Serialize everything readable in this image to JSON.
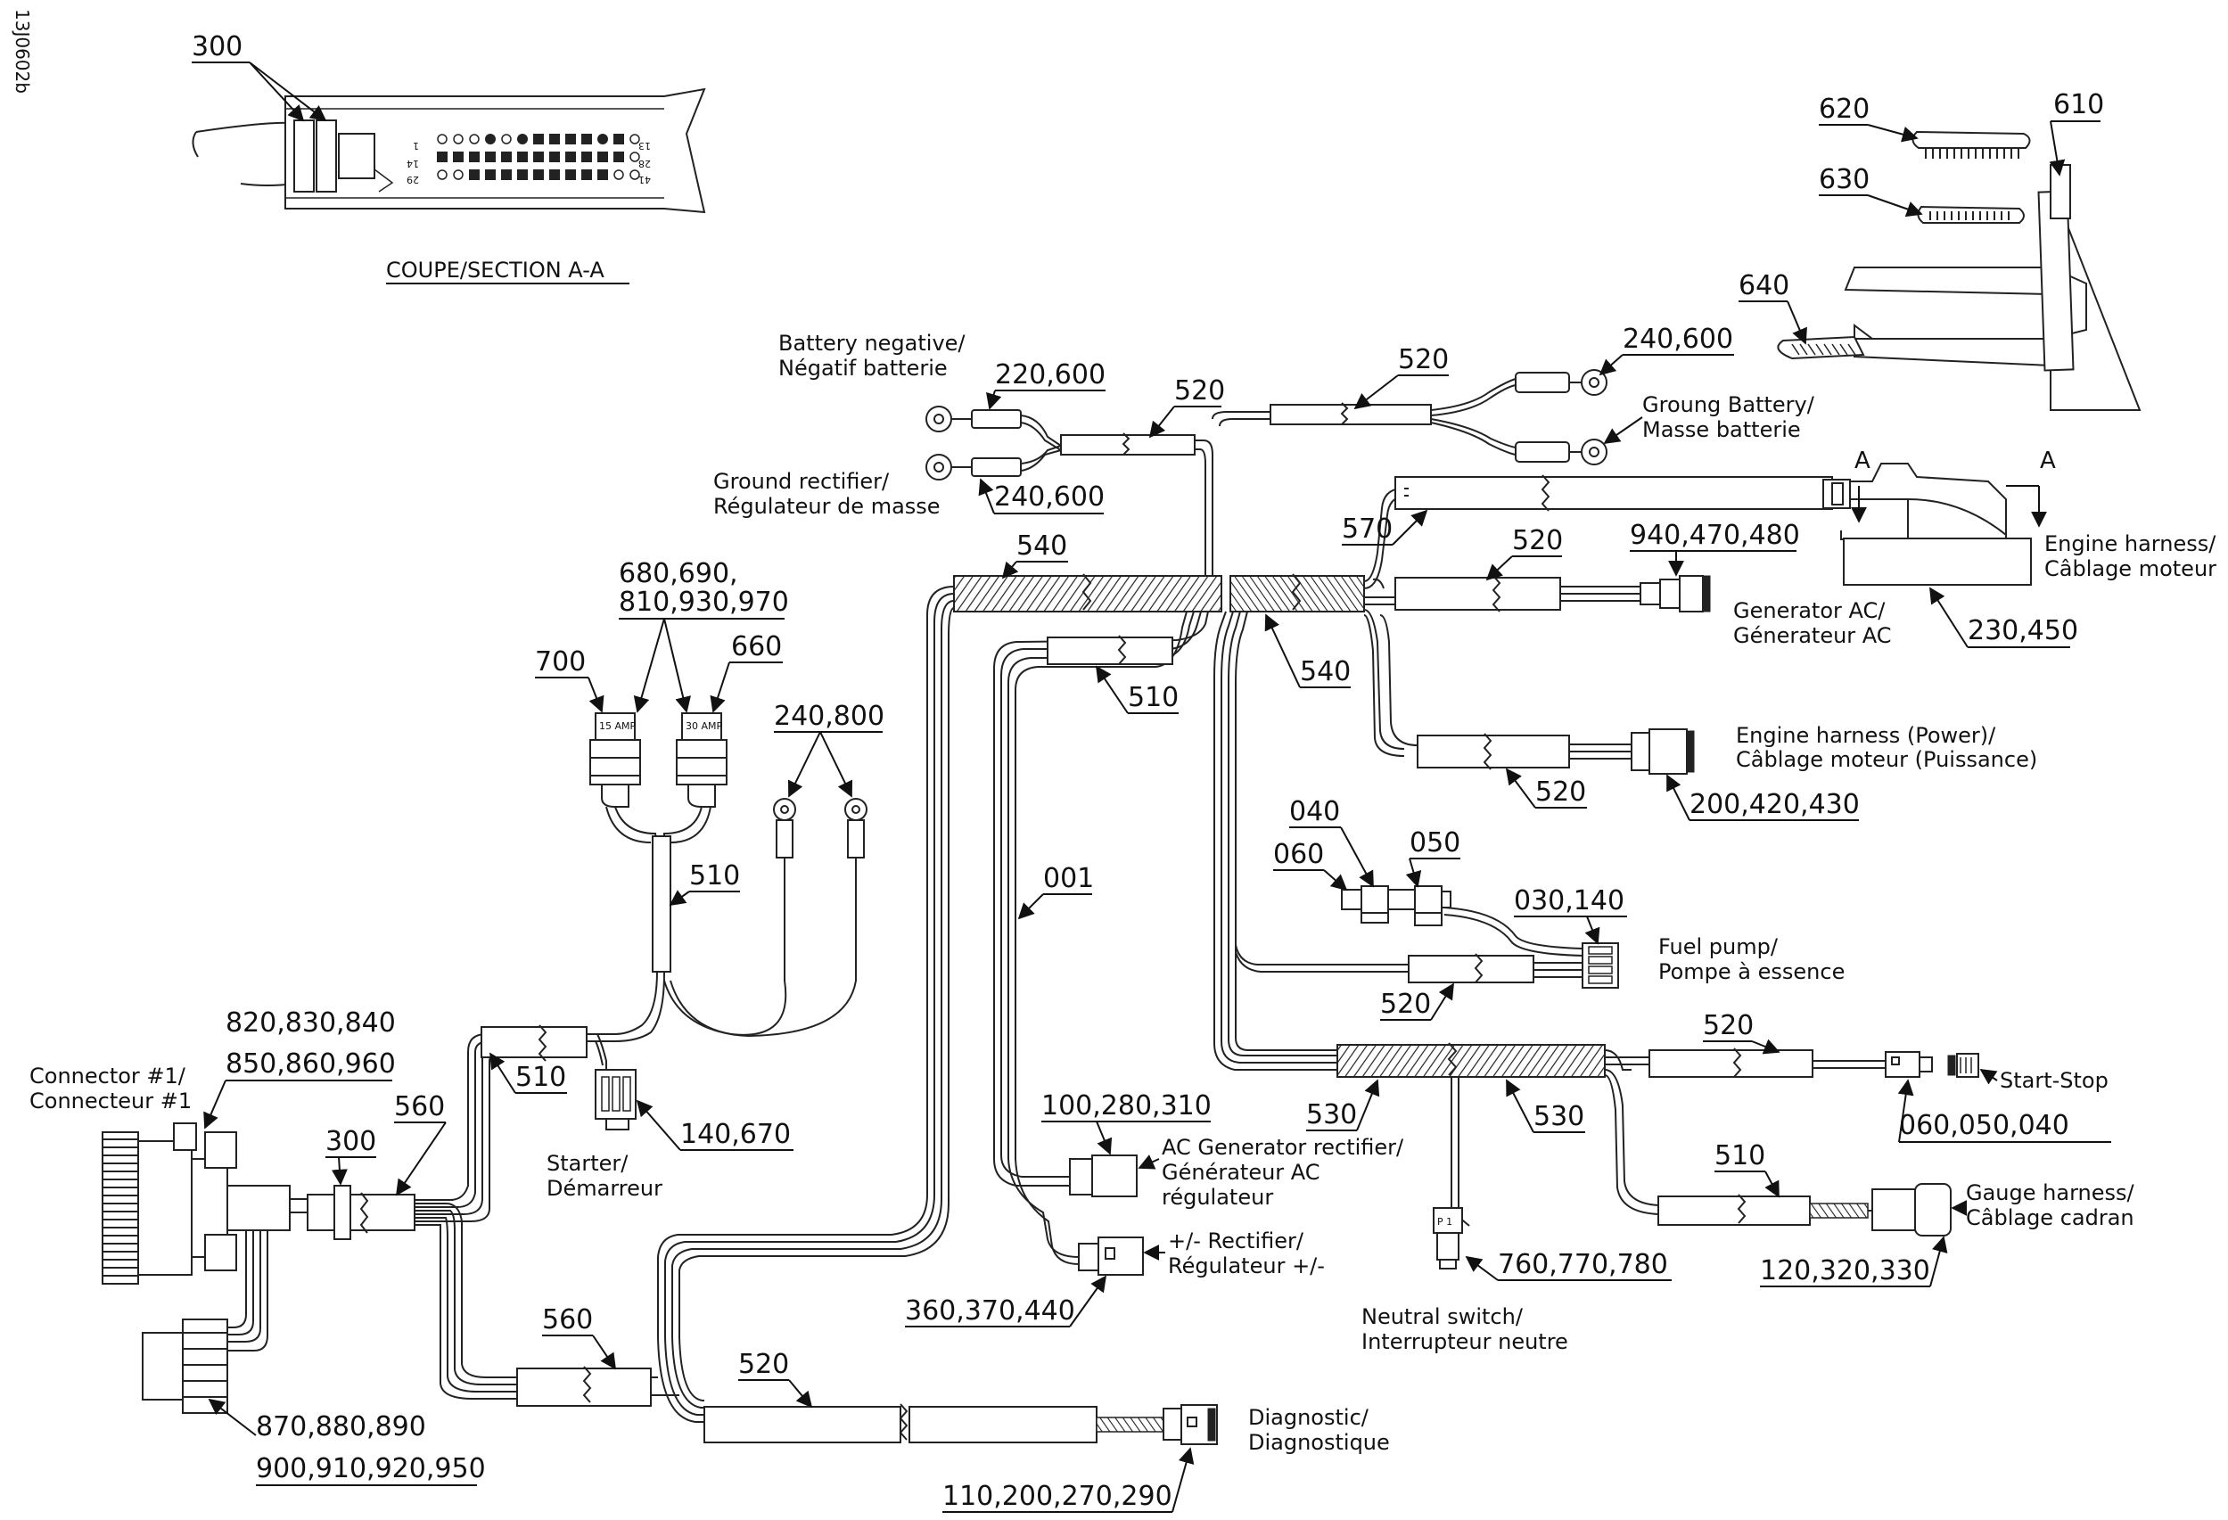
{
  "figure_code": "13J0602b",
  "section_title": "COUPE/SECTION A-A",
  "section_marker": "A",
  "pin_numbers": [
    "1",
    "14",
    "29",
    "13",
    "28",
    "41"
  ],
  "fuse_labels": [
    "15 AMP",
    "30 AMP"
  ],
  "switch_label": "P 1",
  "callouts": {
    "c300_top": "300",
    "c620": "620",
    "c610": "610",
    "c630": "630",
    "c640": "640",
    "c220_600": "220,600",
    "c520_a": "520",
    "c520_b": "520",
    "c240_600_right": "240,600",
    "c240_600_left": "240,600",
    "c540_a": "540",
    "c540_b": "540",
    "c570": "570",
    "c520_c": "520",
    "c940": "940,470,480",
    "c230_450": "230,450",
    "c680_line1": "680,690,",
    "c680_line2": "810,930,970",
    "c700": "700",
    "c660": "660",
    "c510_a": "510",
    "c240_800": "240,800",
    "c520_d": "520",
    "c200_420_430": "200,420,430",
    "c510_b": "510",
    "c001": "001",
    "c040": "040",
    "c060": "060",
    "c050": "050",
    "c030_140": "030,140",
    "c520_e": "520",
    "c820": "820,830,840",
    "c850": "850,860,960",
    "c560_a": "560",
    "c300_mid": "300",
    "c510_c": "510",
    "c140_670": "140,670",
    "c100": "100,280,310",
    "c520_f": "520",
    "c530_a": "530",
    "c530_b": "530",
    "c060_050_040": "060,050,040",
    "c510_d": "510",
    "c760": "760,770,780",
    "c120": "120,320,330",
    "c360": "360,370,440",
    "c560_b": "560",
    "c520_g": "520",
    "c870": "870,880,890",
    "c900": "900,910,920,950",
    "c110": "110,200,270,290"
  },
  "labels": {
    "battery_negative_1": "Battery negative/",
    "battery_negative_2": "Négatif batterie",
    "ground_rectifier_1": "Ground rectifier/",
    "ground_rectifier_2": "Régulateur de masse",
    "ground_battery_1": "Groung Battery/",
    "ground_battery_2": "Masse batterie",
    "engine_harness_1": "Engine harness/",
    "engine_harness_2": "Câblage moteur",
    "generator_ac_1": "Generator AC/",
    "generator_ac_2": "Génerateur AC",
    "engine_power_1": "Engine harness (Power)/",
    "engine_power_2": "Câblage moteur (Puissance)",
    "fuel_pump_1": "Fuel pump/",
    "fuel_pump_2": "Pompe à essence",
    "start_stop": "Start-Stop",
    "gauge_harness_1": "Gauge harness/",
    "gauge_harness_2": "Câblage cadran",
    "connector_1": "Connector #1/",
    "connector_2": "Connecteur #1",
    "starter_1": "Starter/",
    "starter_2": "Démarreur",
    "ac_gen_rect_1": "AC Generator rectifier/",
    "ac_gen_rect_2": "Générateur AC",
    "ac_gen_rect_3": "régulateur",
    "rectifier_1": "+/- Rectifier/",
    "rectifier_2": "Régulateur +/-",
    "neutral_1": "Neutral switch/",
    "neutral_2": "Interrupteur neutre",
    "diagnostic_1": "Diagnostic/",
    "diagnostic_2": "Diagnostique"
  }
}
